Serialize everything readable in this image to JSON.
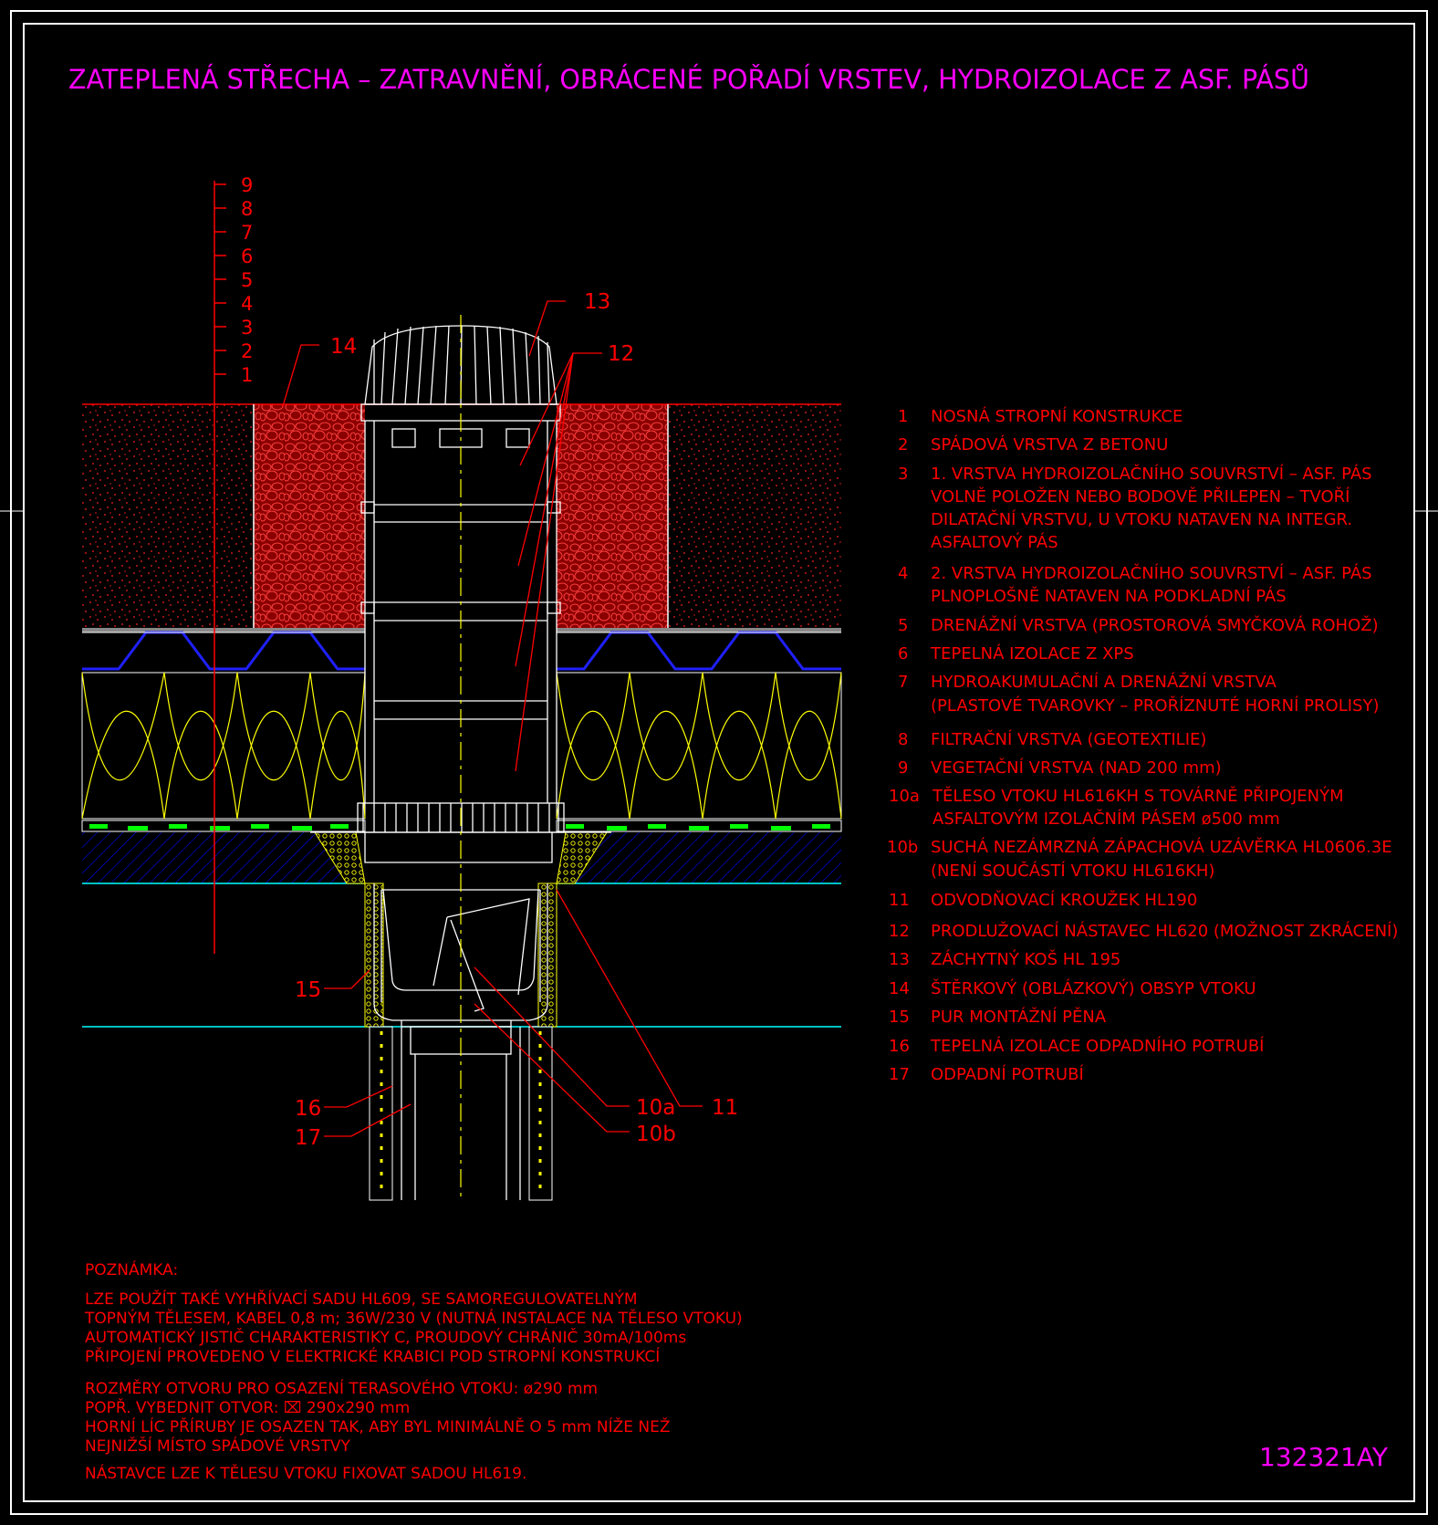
{
  "title": "ZATEPLENÁ STŘECHA – ZATRAVNĚNÍ, OBRÁCENÉ POŘADÍ VRSTEV, HYDROIZOLACE Z ASF. PÁSŮ",
  "drawing_code": "132321AY",
  "scale_marks": [
    "1",
    "2",
    "3",
    "4",
    "5",
    "6",
    "7",
    "8",
    "9"
  ],
  "callouts": {
    "c13": "13",
    "c12": "12",
    "c14": "14",
    "c15": "15",
    "c16": "16",
    "c17": "17",
    "c10a": "10a",
    "c10b": "10b",
    "c11": "11"
  },
  "legend": [
    {
      "num": "1",
      "lines": [
        "NOSNÁ STROPNÍ KONSTRUKCE"
      ]
    },
    {
      "num": "2",
      "lines": [
        "SPÁDOVÁ VRSTVA Z BETONU"
      ]
    },
    {
      "num": "3",
      "lines": [
        "1. VRSTVA HYDROIZOLAČNÍHO SOUVRSTVÍ – ASF. PÁS",
        "VOLNĚ POLOŽEN NEBO BODOVĚ PŘILEPEN – TVOŘÍ",
        "DILATAČNÍ VRSTVU, U VTOKU NATAVEN NA INTEGR.",
        "ASFALTOVÝ PÁS"
      ]
    },
    {
      "num": "4",
      "lines": [
        "2. VRSTVA HYDROIZOLAČNÍHO SOUVRSTVÍ – ASF. PÁS",
        "PLNOPLOŠNĚ NATAVEN NA PODKLADNÍ PÁS"
      ]
    },
    {
      "num": "5",
      "lines": [
        "DRENÁŽNÍ VRSTVA (PROSTOROVÁ SMYČKOVÁ ROHOŽ)"
      ]
    },
    {
      "num": "6",
      "lines": [
        "TEPELNÁ IZOLACE Z XPS"
      ]
    },
    {
      "num": "7",
      "lines": [
        "HYDROAKUMULAČNÍ A DRENÁŽNÍ VRSTVA",
        "(PLASTOVÉ TVAROVKY – PROŘÍZNUTÉ HORNÍ PROLISY)"
      ]
    },
    {
      "num": "8",
      "lines": [
        "FILTRAČNÍ VRSTVA (GEOTEXTILIE)"
      ]
    },
    {
      "num": "9",
      "lines": [
        "VEGETAČNÍ VRSTVA (NAD 200 mm)"
      ]
    },
    {
      "num": "10a",
      "lines": [
        "TĚLESO VTOKU HL616KH S TOVÁRNĚ PŘIPOJENÝM",
        "ASFALTOVÝM IZOLAČNÍM PÁSEM ø500 mm"
      ]
    },
    {
      "num": "10b",
      "lines": [
        "SUCHÁ NEZÁMRZNÁ ZÁPACHOVÁ UZÁVĚRKA HL0606.3E",
        "(NENÍ SOUČÁSTÍ VTOKU HL616KH)"
      ]
    },
    {
      "num": "11",
      "lines": [
        "ODVODŇOVACÍ KROUŽEK HL190"
      ]
    },
    {
      "num": "12",
      "lines": [
        "PRODLUŽOVACÍ NÁSTAVEC HL620 (MOŽNOST ZKRÁCENÍ)"
      ]
    },
    {
      "num": "13",
      "lines": [
        "ZÁCHYTNÝ KOŠ HL 195"
      ]
    },
    {
      "num": "14",
      "lines": [
        "ŠTĚRKOVÝ (OBLÁZKOVÝ) OBSYP VTOKU"
      ]
    },
    {
      "num": "15",
      "lines": [
        "PUR MONTÁŽNÍ PĚNA"
      ]
    },
    {
      "num": "16",
      "lines": [
        "TEPELNÁ IZOLACE ODPADNÍHO POTRUBÍ"
      ]
    },
    {
      "num": "17",
      "lines": [
        "ODPADNÍ POTRUBÍ"
      ]
    }
  ],
  "note": {
    "heading": "POZNÁMKA:",
    "lines": [
      "LZE POUŽÍT TAKÉ VYHŘÍVACÍ SADU HL609, SE SAMOREGULOVATELNÝM",
      "TOPNÝM TĚLESEM, KABEL 0,8 m; 36W/230 V (NUTNÁ INSTALACE NA TĚLESO VTOKU)",
      "AUTOMATICKÝ JISTIČ CHARAKTERISTIKY C, PROUDOVÝ CHRÁNIČ 30mA/100ms",
      "PŘIPOJENÍ PROVEDENO V ELEKTRICKÉ KRABICI POD STROPNÍ KONSTRUKCÍ",
      "ROZMĚRY OTVORU PRO OSAZENÍ TERASOVÉHO VTOKU: ø290 mm",
      "POPŘ. VYBEDNIT OTVOR: ⌧ 290x290 mm",
      "HORNÍ LÍC PŘÍRUBY JE OSAZEN TAK, ABY BYL MINIMÁLNĚ O 5 mm NÍŽE NEŽ",
      "NEJNIŽŠÍ MÍSTO SPÁDOVÉ VRSTVY",
      "NÁSTAVCE LZE K TĚLESU VTOKU FIXOVAT SADOU HL619."
    ]
  },
  "colors": {
    "background": "#000000",
    "frame": "#ffffff",
    "title": "#ff00ff",
    "text": "#ff0000",
    "concrete_line": "#00ffff",
    "insulation": "#ffff00",
    "drainage": "#0000ff",
    "filter": "#00ff00"
  }
}
